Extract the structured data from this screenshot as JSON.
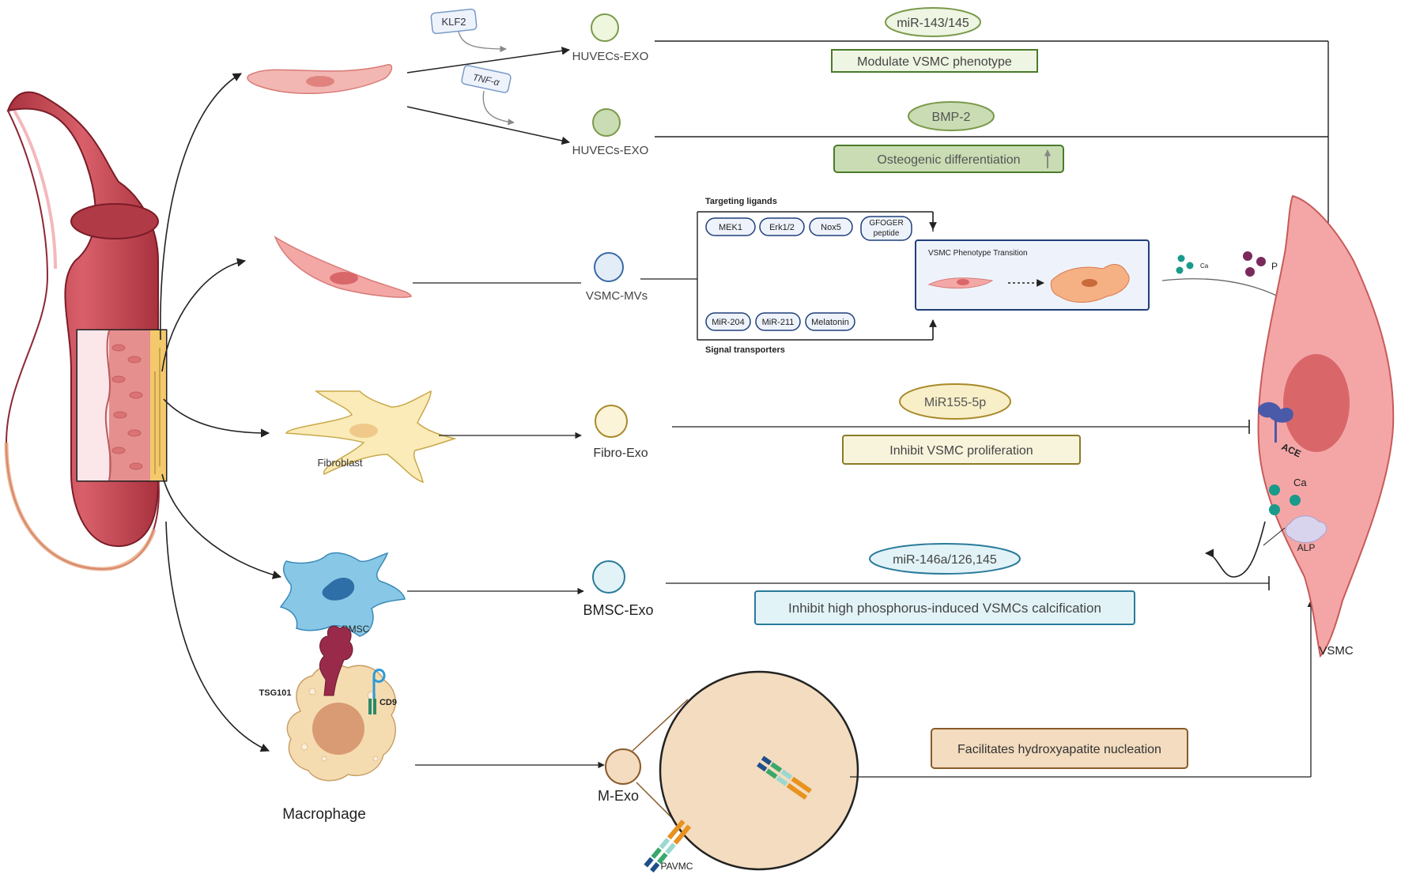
{
  "nodes": {
    "huvec_exo_1": "HUVECs-EXO",
    "huvec_exo_2": "HUVECs-EXO",
    "vsmc_mvs": "VSMC-MVs",
    "fibro_exo": "Fibro-Exo",
    "bmsc_exo": "BMSC-Exo",
    "m_exo": "M-Exo",
    "vsmc": "VSMC"
  },
  "stimuli": {
    "klf2": "KLF2",
    "tnf": "TNF-α"
  },
  "cells": {
    "fibroblast": "Fibroblast",
    "bmsc": "BMSC",
    "macrophage": "Macrophage",
    "tsg101": "TSG101",
    "cd9": "CD9",
    "pavmc": "PAVMC"
  },
  "cargo": {
    "mir143": "miR-143/145",
    "bmp2": "BMP-2",
    "mir155": "MiR155-5p",
    "mir146": "miR-146a/126,145"
  },
  "effects": {
    "modulate": "Modulate VSMC phenotype",
    "osteogenic": "Osteogenic differentiation",
    "inhibit_prolif": "Inhibit VSMC  proliferation",
    "inhibit_calc": "Inhibit high phosphorus-induced VSMCs calcification",
    "hydroxyapatite": "Facilitates hydroxyapatite nucleation"
  },
  "vsmc_mv_box": {
    "targeting_title": "Targeting ligands",
    "targeting_ligands": [
      "MEK1",
      "Erk1/2",
      "Nox5",
      "GFOGER",
      "peptide"
    ],
    "signal_title": "Signal transporters",
    "signal_transporters": [
      "MiR-204",
      "MiR-211",
      "Melatonin"
    ],
    "transition_title": "VSMC Phenotype Transition"
  },
  "ions": {
    "ca_small": "Ca",
    "p": "P",
    "ca": "Ca",
    "ace": "ACE",
    "alp": "ALP"
  },
  "colors": {
    "artery": "#c84a55",
    "vsmc_cell": "#f4a6a6",
    "green_box": "#e9f2d8",
    "teal": "#1a9a8a",
    "purple": "#7a2a5a"
  }
}
